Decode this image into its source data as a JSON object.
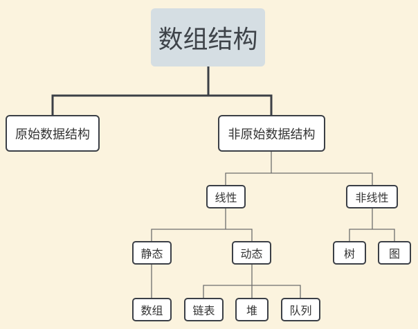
{
  "diagram": {
    "root": {
      "label": "数组结构"
    },
    "level1": {
      "primitive": {
        "label": "原始数据结构"
      },
      "non_primitive": {
        "label": "非原始数据结构"
      }
    },
    "level2": {
      "linear": {
        "label": "线性"
      },
      "non_linear": {
        "label": "非线性"
      }
    },
    "level3": {
      "static": {
        "label": "静态"
      },
      "dynamic": {
        "label": "动态"
      },
      "tree": {
        "label": "树"
      },
      "graph": {
        "label": "图"
      }
    },
    "level4": {
      "array": {
        "label": "数组"
      },
      "linked_list": {
        "label": "链表"
      },
      "heap": {
        "label": "堆"
      },
      "queue": {
        "label": "队列"
      }
    }
  },
  "colors": {
    "background": "#fbf3de",
    "root_fill": "#d5dee3",
    "node_fill": "#ffffff",
    "node_border": "#3b3f46",
    "thick_connector": "#3b3f46",
    "thin_connector": "#6d6d6d",
    "text": "#333333"
  }
}
